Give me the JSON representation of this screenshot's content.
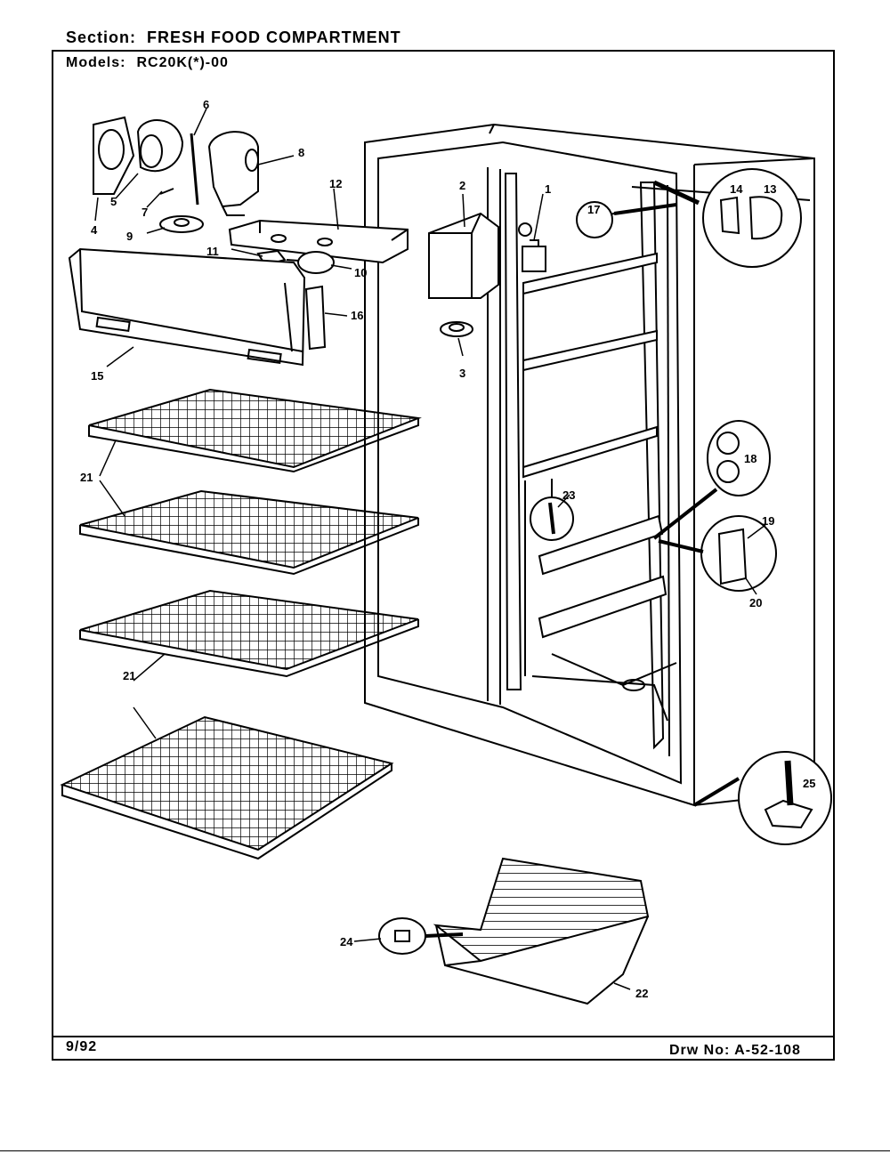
{
  "header": {
    "section_label": "Section:",
    "section_value": "FRESH FOOD COMPARTMENT",
    "models_label": "Models:",
    "models_value": "RC20K(*)-00"
  },
  "footer": {
    "date": "9/92",
    "drawing_number": "Drw No: A-52-108"
  },
  "callouts": {
    "c1": "1",
    "c2": "2",
    "c3": "3",
    "c4": "4",
    "c5": "5",
    "c6": "6",
    "c7": "7",
    "c8": "8",
    "c9": "9",
    "c10": "10",
    "c11": "11",
    "c12": "12",
    "c13": "13",
    "c14": "14",
    "c15": "15",
    "c16": "16",
    "c17": "17",
    "c18": "18",
    "c19": "19",
    "c20": "20",
    "c21a": "21",
    "c21b": "21",
    "c22": "22",
    "c23": "23",
    "c24": "24",
    "c25": "25"
  }
}
